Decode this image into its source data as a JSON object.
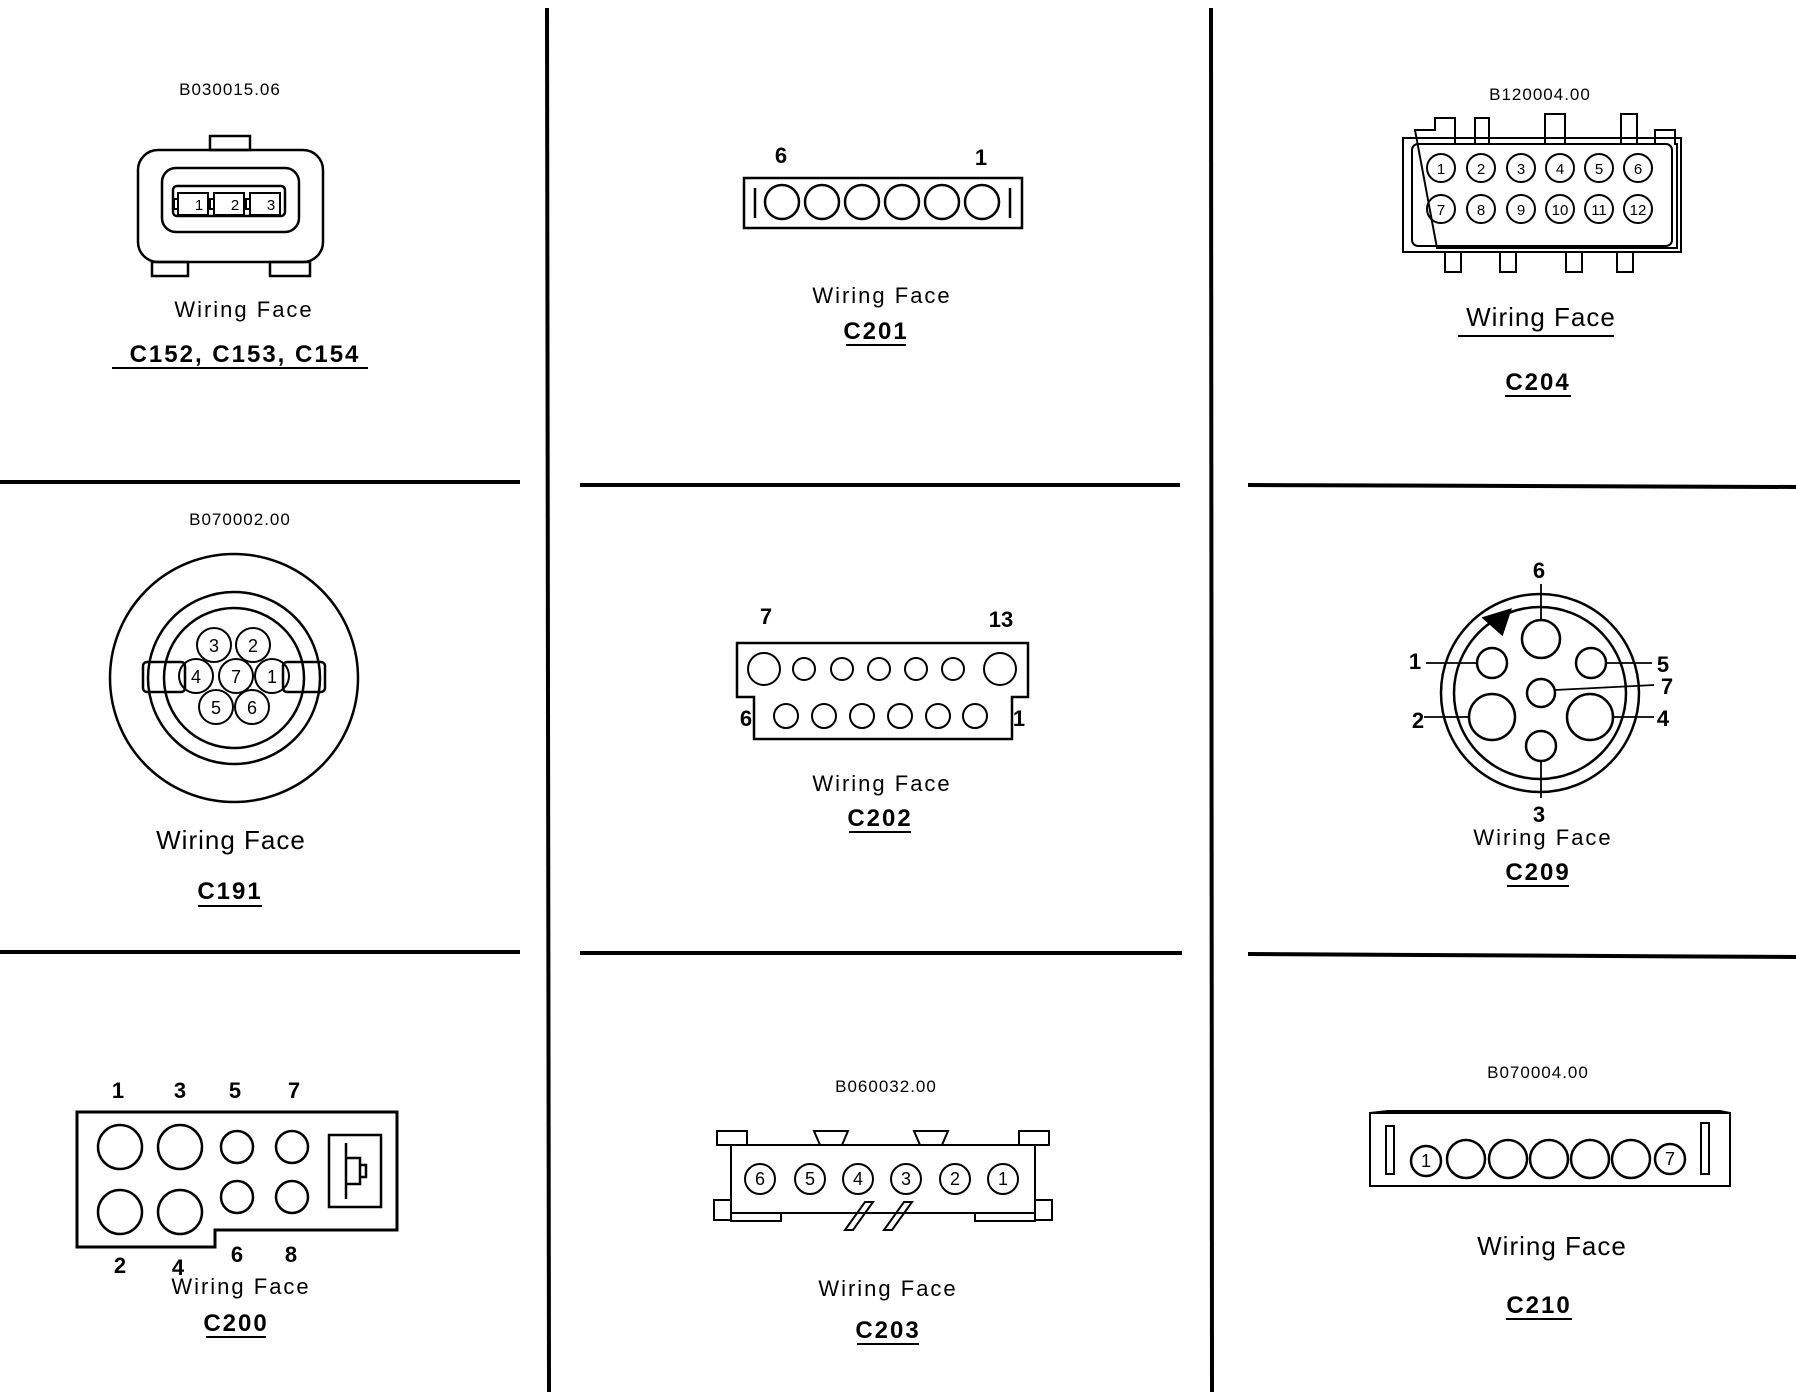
{
  "panels": {
    "c152": {
      "code": "B030015.06",
      "pins": [
        "1",
        "2",
        "3"
      ],
      "caption": "Wiring Face",
      "name": "C152, C153, C154"
    },
    "c201": {
      "left_pin": "6",
      "right_pin": "1",
      "caption": "Wiring Face",
      "name": "C201"
    },
    "c204": {
      "code": "B120004.00",
      "pins": [
        "1",
        "2",
        "3",
        "4",
        "5",
        "6",
        "7",
        "8",
        "9",
        "10",
        "11",
        "12"
      ],
      "caption": "Wiring Face",
      "name": "C204"
    },
    "c191": {
      "code": "B070002.00",
      "pins": [
        "3",
        "2",
        "4",
        "7",
        "1",
        "5",
        "6"
      ],
      "caption": "Wiring Face",
      "name": "C191"
    },
    "c202": {
      "top_left": "7",
      "top_right": "13",
      "bottom_left": "6",
      "bottom_right": "1",
      "caption": "Wiring Face",
      "name": "C202"
    },
    "c209": {
      "pins": {
        "1": "1",
        "2": "2",
        "3": "3",
        "4": "4",
        "5": "5",
        "6": "6",
        "7": "7"
      },
      "caption": "Wiring Face",
      "name": "C209"
    },
    "c200": {
      "top": [
        "1",
        "3",
        "5",
        "7"
      ],
      "bottom": [
        "2",
        "4",
        "6",
        "8"
      ],
      "caption": "Wiring Face",
      "name": "C200"
    },
    "c203": {
      "code": "B060032.00",
      "pins": [
        "6",
        "5",
        "4",
        "3",
        "2",
        "1"
      ],
      "caption": "Wiring Face",
      "name": "C203"
    },
    "c210": {
      "code": "B070004.00",
      "pins": [
        "1",
        "7"
      ],
      "caption": "Wiring Face",
      "name": "C210"
    }
  }
}
